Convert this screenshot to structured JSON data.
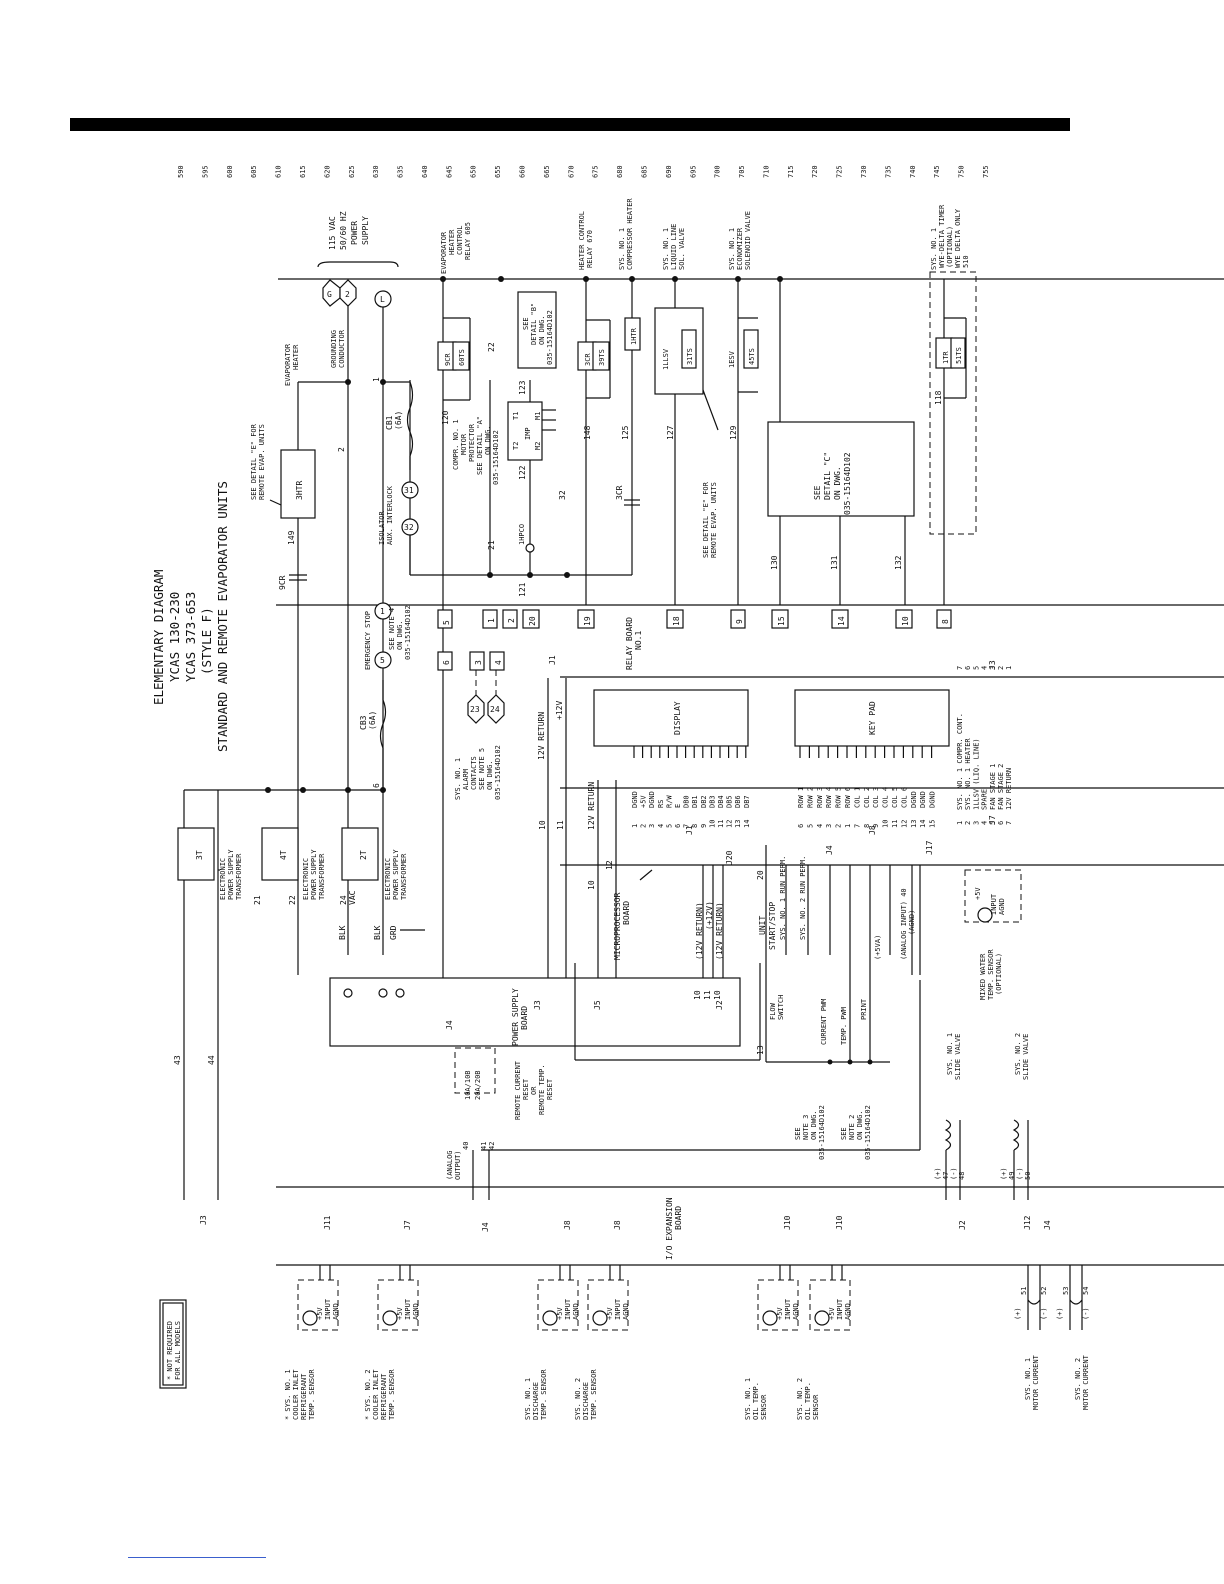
{
  "diagram": {
    "title_lines": [
      "ELEMENTARY DIAGRAM",
      "YCAS 130-230",
      "YCAS 373-653",
      "(STYLE F)",
      "STANDARD AND REMOTE EVAPORATOR UNITS"
    ],
    "line_numbers": [
      "590",
      "595",
      "600",
      "605",
      "610",
      "615",
      "620",
      "625",
      "630",
      "635",
      "640",
      "645",
      "650",
      "655",
      "660",
      "665",
      "670",
      "675",
      "680",
      "685",
      "690",
      "695",
      "700",
      "705",
      "710",
      "715",
      "720",
      "725",
      "730",
      "735",
      "740",
      "745",
      "750",
      "755"
    ],
    "power_supply": {
      "label_lines": [
        "115 VAC",
        "50/60 HZ",
        "POWER",
        "SUPPLY"
      ],
      "ground_symbol": "G",
      "line_symbol": "L",
      "neutral_symbol": "2",
      "grounding_conductor": [
        "GROUNDING",
        "CONDUCTOR"
      ]
    },
    "evaporator_heater": {
      "label_lines": [
        "EVAPORATOR",
        "HEATER"
      ],
      "element": "3HTR",
      "note_lines": [
        "SEE DETAIL \"E\" FOR",
        "REMOTE EVAP. UNITS"
      ],
      "contact": "9CR",
      "wire": "149"
    },
    "breakers": {
      "cb1": [
        "CB1",
        "(6A)"
      ],
      "cb3": [
        "CB3",
        "(6A)"
      ]
    },
    "isolator": {
      "label_lines": [
        "ISOLATOR",
        "AUX. INTERLOCK"
      ],
      "terminals": [
        "31",
        "32"
      ]
    },
    "emergency_stop": {
      "label_lines": [
        "EMERGENCY STOP",
        "SEE NOTE 4",
        "ON DWG.",
        "035-15164D102"
      ],
      "terminals": [
        "1",
        "5"
      ]
    },
    "alarm": {
      "label_lines": [
        "SYS. NO. 1",
        "ALARM",
        "CONTACTS",
        "SEE NOTE 5",
        "ON DWG.",
        "035-15164D102"
      ],
      "terminals": [
        "23",
        "24"
      ]
    },
    "transformers": [
      {
        "id": "3T",
        "label_lines": [
          "ELECTRONIC",
          "POWER SUPPLY",
          "TRANSFORMER"
        ],
        "wire": "BLK"
      },
      {
        "id": "4T",
        "label_lines": [
          "ELECTRONIC",
          "POWER SUPPLY",
          "TRANSFORMER"
        ],
        "wire": "BLK"
      },
      {
        "id": "2T",
        "label_lines": [
          "ELECTRONIC",
          "POWER SUPPLY",
          "TRANSFORMER"
        ],
        "wire": "GRD",
        "voltage": [
          "24",
          "VAC"
        ]
      }
    ],
    "transformer_wires": [
      "21",
      "22"
    ],
    "wire_numbers": {
      "w1": "1",
      "w2": "2",
      "w6": "6",
      "w43": "43",
      "w44": "44",
      "w120": "120",
      "w122": "122",
      "w123": "123",
      "w121": "121",
      "w148": "148",
      "w125": "125",
      "w127": "127",
      "w129": "129",
      "w130": "130",
      "w131": "131",
      "w132": "132",
      "w118": "118",
      "w32": "32",
      "w22": "22",
      "w21": "21",
      "w10": "10",
      "w11": "11",
      "w12": "12",
      "w13": "13",
      "w20": "20",
      "w41": "41",
      "w42": "42",
      "w40": "40"
    },
    "control_circuits": [
      {
        "label_lines": [
          "EVAPORATOR",
          "HEATER",
          "CONTROL",
          "RELAY 605"
        ],
        "device": "9CR",
        "aux": "60TS",
        "terminal": "5"
      },
      {
        "label_lines": [
          "COMPR. NO. 1",
          "MOTOR",
          "PROTECTOR",
          "SEE DETAIL \"A\"",
          "ON DWG.",
          "035-15164D102"
        ],
        "terminals": [
          "1",
          "2",
          "20"
        ]
      },
      {
        "label_lines": [
          "SEE",
          "DETAIL \"B\"",
          "ON DWG.",
          "035-15164D102"
        ]
      },
      {
        "label_lines": [
          "HEATER CONTROL",
          "RELAY 670"
        ],
        "device": "3CR",
        "aux": "39TS",
        "terminal": "19"
      },
      {
        "label_lines": [
          "SYS. NO. 1",
          "COMPRESSOR HEATER"
        ],
        "device": "1HTR",
        "contact": "3CR"
      },
      {
        "label_lines": [
          "SYS. NO. 1",
          "LIQUID LINE",
          "SOL. VALVE"
        ],
        "device": "1LLSV",
        "aux": "31TS",
        "terminal": "18"
      },
      {
        "label_lines": [
          "SYS. NO. 1",
          "ECONOMIZER",
          "SOLENOID VALVE"
        ],
        "device": "1ESV",
        "aux": "45TS",
        "terminal": "9"
      },
      {
        "label_lines": [
          "SEE",
          "DETAIL \"C\"",
          "ON DWG.",
          "035-15164D102"
        ],
        "terminals": [
          "15",
          "14",
          "10"
        ]
      },
      {
        "label_lines": [
          "SYS. NO. 1",
          "WYE-DELTA TIMER",
          "(OPTIONAL)",
          "WYE DELTA ONLY",
          "510"
        ],
        "device": "1TR",
        "aux": "51TS",
        "terminal": "8"
      }
    ],
    "motor_protector": {
      "labels": [
        "T1",
        "T2",
        "M1",
        "M2",
        "IMP"
      ],
      "hpco": "1HPCO"
    },
    "note_e": [
      "SEE DETAIL \"E\" FOR",
      "REMOTE EVAP. UNITS"
    ],
    "relay_board": [
      "RELAY BOARD",
      "NO.1"
    ],
    "relay_terminals": [
      "3",
      "4"
    ],
    "relay_j1": "J1",
    "microprocessor_board": [
      "MICROPROCESSOR",
      "BOARD"
    ],
    "power_supply_board": [
      "POWER SUPPLY",
      "BOARD"
    ],
    "io_expansion_board": [
      "I/O EXPANSION",
      "BOARD"
    ],
    "display": {
      "title": "DISPLAY",
      "connector": "J1",
      "pins": [
        "DGND",
        "+5V",
        "DGND",
        "RS",
        "R/W",
        "E",
        "DB0",
        "DB1",
        "DB2",
        "DB3",
        "DB4",
        "DB5",
        "DB6",
        "DB7"
      ]
    },
    "keypad": {
      "title": "KEY PAD",
      "connector": "J8",
      "pins": [
        "ROW 1",
        "ROW 2",
        "ROW 3",
        "ROW 4",
        "ROW 5",
        "ROW 6",
        "COL 1",
        "COL 2",
        "COL 3",
        "COL 4",
        "COL 5",
        "COL 6",
        "DGND",
        "DGND",
        "DGND"
      ]
    },
    "j7_outputs": {
      "connector": "J7",
      "connector_alt": "J3",
      "pins": [
        "SYS. NO. 1 COMPR. CONT.",
        "SYS. NO. 1 HEATER",
        "1LLSV (LIQ. LINE)",
        "SPARE",
        "FAN STAGE 1",
        "FAN STAGE 2",
        "12V RETURN"
      ]
    },
    "supply_lines": [
      "12V RETURN",
      "+12V",
      "12V RETURN"
    ],
    "ps_j2": [
      "(12V RETURN)",
      "(+12V)",
      "(12V RETURN)"
    ],
    "connectors": [
      "J1",
      "J2",
      "J3",
      "J4",
      "J5",
      "J6",
      "J7",
      "J8",
      "J10",
      "J11",
      "J12",
      "J17",
      "J20"
    ],
    "j4_inputs": [
      "SYS. NO. 1 RUN PERM.",
      "SYS. NO. 2 RUN PERM."
    ],
    "unit_switch": [
      "UNIT",
      "START/STOP"
    ],
    "flow_switch": [
      "FLOW",
      "SWITCH"
    ],
    "pwm_labels": [
      "CURRENT PWM",
      "TEMP. PWM",
      "PRINT"
    ],
    "see_notes": [
      [
        "SEE",
        "NOTE 3",
        "ON DWG.",
        "035-15164D102"
      ],
      [
        "SEE",
        "NOTE 2",
        "ON DWG.",
        "035-15164D102"
      ]
    ],
    "remote_reset": {
      "label_lines": [
        "REMOTE CURRENT",
        "RESET",
        "OR",
        "REMOTE TEMP.",
        "RESET"
      ],
      "pins": [
        "10A/10B",
        "20A/20B"
      ]
    },
    "analog_output": [
      "(ANALOG",
      "OUTPUT)",
      "40"
    ],
    "analog_input": [
      "(ANALOG INPUT) 40",
      "(AGND)",
      "(+5VA)"
    ],
    "mixed_water": {
      "label_lines": [
        "MIXED WATER",
        "TEMP. SENSOR",
        "(OPTIONAL)"
      ],
      "pins": [
        "+5V",
        "INPUT",
        "AGND"
      ]
    },
    "slide_valves": [
      {
        "label_lines": [
          "SYS. NO. 1",
          "SLIDE VALVE"
        ],
        "pins": [
          "(+)",
          "47",
          "(-)",
          "48"
        ]
      },
      {
        "label_lines": [
          "SYS. NO. 2",
          "SLIDE VALVE"
        ],
        "pins": [
          "(+)",
          "49",
          "(-)",
          "50"
        ]
      }
    ],
    "sensors": [
      {
        "label_lines": [
          "* SYS. NO. 1",
          "COOLER INLET",
          "REFRIGERANT",
          "TEMP. SENSOR"
        ],
        "connector": "J11"
      },
      {
        "label_lines": [
          "* SYS. NO. 2",
          "COOLER INLET",
          "REFRIGERANT",
          "TEMP. SENSOR"
        ],
        "connector": "J7"
      },
      {
        "label_lines": [
          "SYS. NO. 1",
          "DISCHARGE",
          "TEMP. SENSOR"
        ],
        "connector": "J8"
      },
      {
        "label_lines": [
          "SYS. NO. 2",
          "DISCHARGE",
          "TEMP. SENSOR"
        ],
        "connector": "J8"
      },
      {
        "label_lines": [
          "SYS. NO. 1",
          "OIL TEMP.",
          "SENSOR"
        ],
        "connector": "J10"
      },
      {
        "label_lines": [
          "SYS. NO. 2",
          "OIL TEMP.",
          "SENSOR"
        ],
        "connector": "J10"
      }
    ],
    "sensor_pins": [
      "+5V",
      "INPUT",
      "AGND"
    ],
    "motor_currents": [
      {
        "label_lines": [
          "SYS. NO. 1",
          "MOTOR CURRENT"
        ],
        "pins": [
          "(+)",
          "51",
          "(-)",
          "52"
        ]
      },
      {
        "label_lines": [
          "SYS. NO. 2",
          "MOTOR CURRENT"
        ],
        "pins": [
          "(+)",
          "53",
          "(-)",
          "54"
        ]
      }
    ],
    "footnote": [
      "* NOT REQUIRED",
      "FOR ALL MODELS"
    ]
  }
}
